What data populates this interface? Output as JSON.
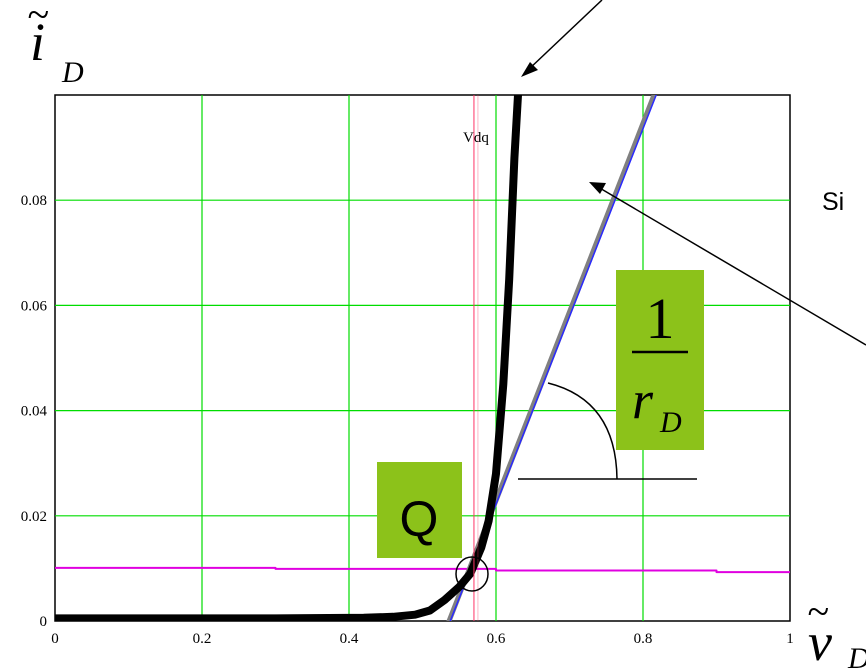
{
  "chart_data": {
    "type": "line",
    "title": "",
    "xlabel": "ṽ_D",
    "ylabel": "ĩ_D",
    "xlim": [
      0,
      1
    ],
    "ylim": [
      0,
      0.1
    ],
    "grid": true,
    "x_ticks": [
      "0",
      "0.2",
      "0.4",
      "0.6",
      "0.8",
      "1"
    ],
    "y_ticks": [
      "0",
      "0.02",
      "0.04",
      "0.06",
      "0.08"
    ],
    "vline": {
      "x": 0.57,
      "label": "Vdq",
      "color": "#ff3366"
    },
    "series": [
      {
        "style": "black-thick",
        "color": "#000000",
        "x": [
          0,
          0.3,
          0.42,
          0.46,
          0.49,
          0.51,
          0.53,
          0.55,
          0.565,
          0.58,
          0.59,
          0.6,
          0.61,
          0.618,
          0.625,
          0.63
        ],
        "y": [
          0.0005,
          0.0005,
          0.0006,
          0.0008,
          0.0012,
          0.002,
          0.004,
          0.0065,
          0.009,
          0.014,
          0.019,
          0.028,
          0.045,
          0.065,
          0.088,
          0.1
        ]
      },
      {
        "style": "tangent-gray",
        "color": "#808080",
        "x": [
          0.525,
          0.815
        ],
        "y": [
          -0.004,
          0.1
        ]
      },
      {
        "style": "tangent-blue",
        "color": "#2a2aff",
        "x": [
          0.535,
          0.818
        ],
        "y": [
          -0.001,
          0.1
        ]
      },
      {
        "style": "magenta",
        "color": "#e000e0",
        "x": [
          0,
          0.3,
          0.3,
          0.6,
          0.6,
          0.9,
          0.9,
          1.0
        ],
        "y": [
          0.0101,
          0.0101,
          0.0099,
          0.0099,
          0.0096,
          0.0096,
          0.0093,
          0.0093
        ]
      }
    ],
    "annotations": {
      "q_label": "Q",
      "slope_num": "1",
      "slope_den_r": "r",
      "slope_den_sub": "D",
      "side_text": "Si"
    },
    "colors": {
      "grid": "#00dd00",
      "label_box": "#8cc21a"
    }
  }
}
